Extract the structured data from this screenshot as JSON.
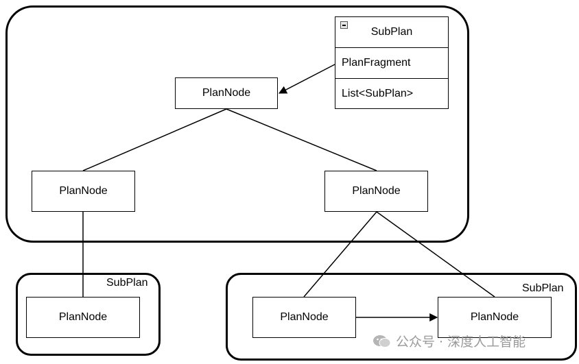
{
  "diagram": {
    "class_box": {
      "title": "SubPlan",
      "field_1": "PlanFragment",
      "field_2": "List<SubPlan>"
    },
    "nodes": {
      "root": "PlanNode",
      "left": "PlanNode",
      "right": "PlanNode",
      "bottom_left": "PlanNode",
      "bottom_mid": "PlanNode",
      "bottom_right": "PlanNode"
    },
    "groups": {
      "bottom_left_label": "SubPlan",
      "bottom_right_label": "SubPlan"
    }
  },
  "watermark": {
    "text": "公众号 · 深度人工智能",
    "icon": "wechat-icon"
  }
}
